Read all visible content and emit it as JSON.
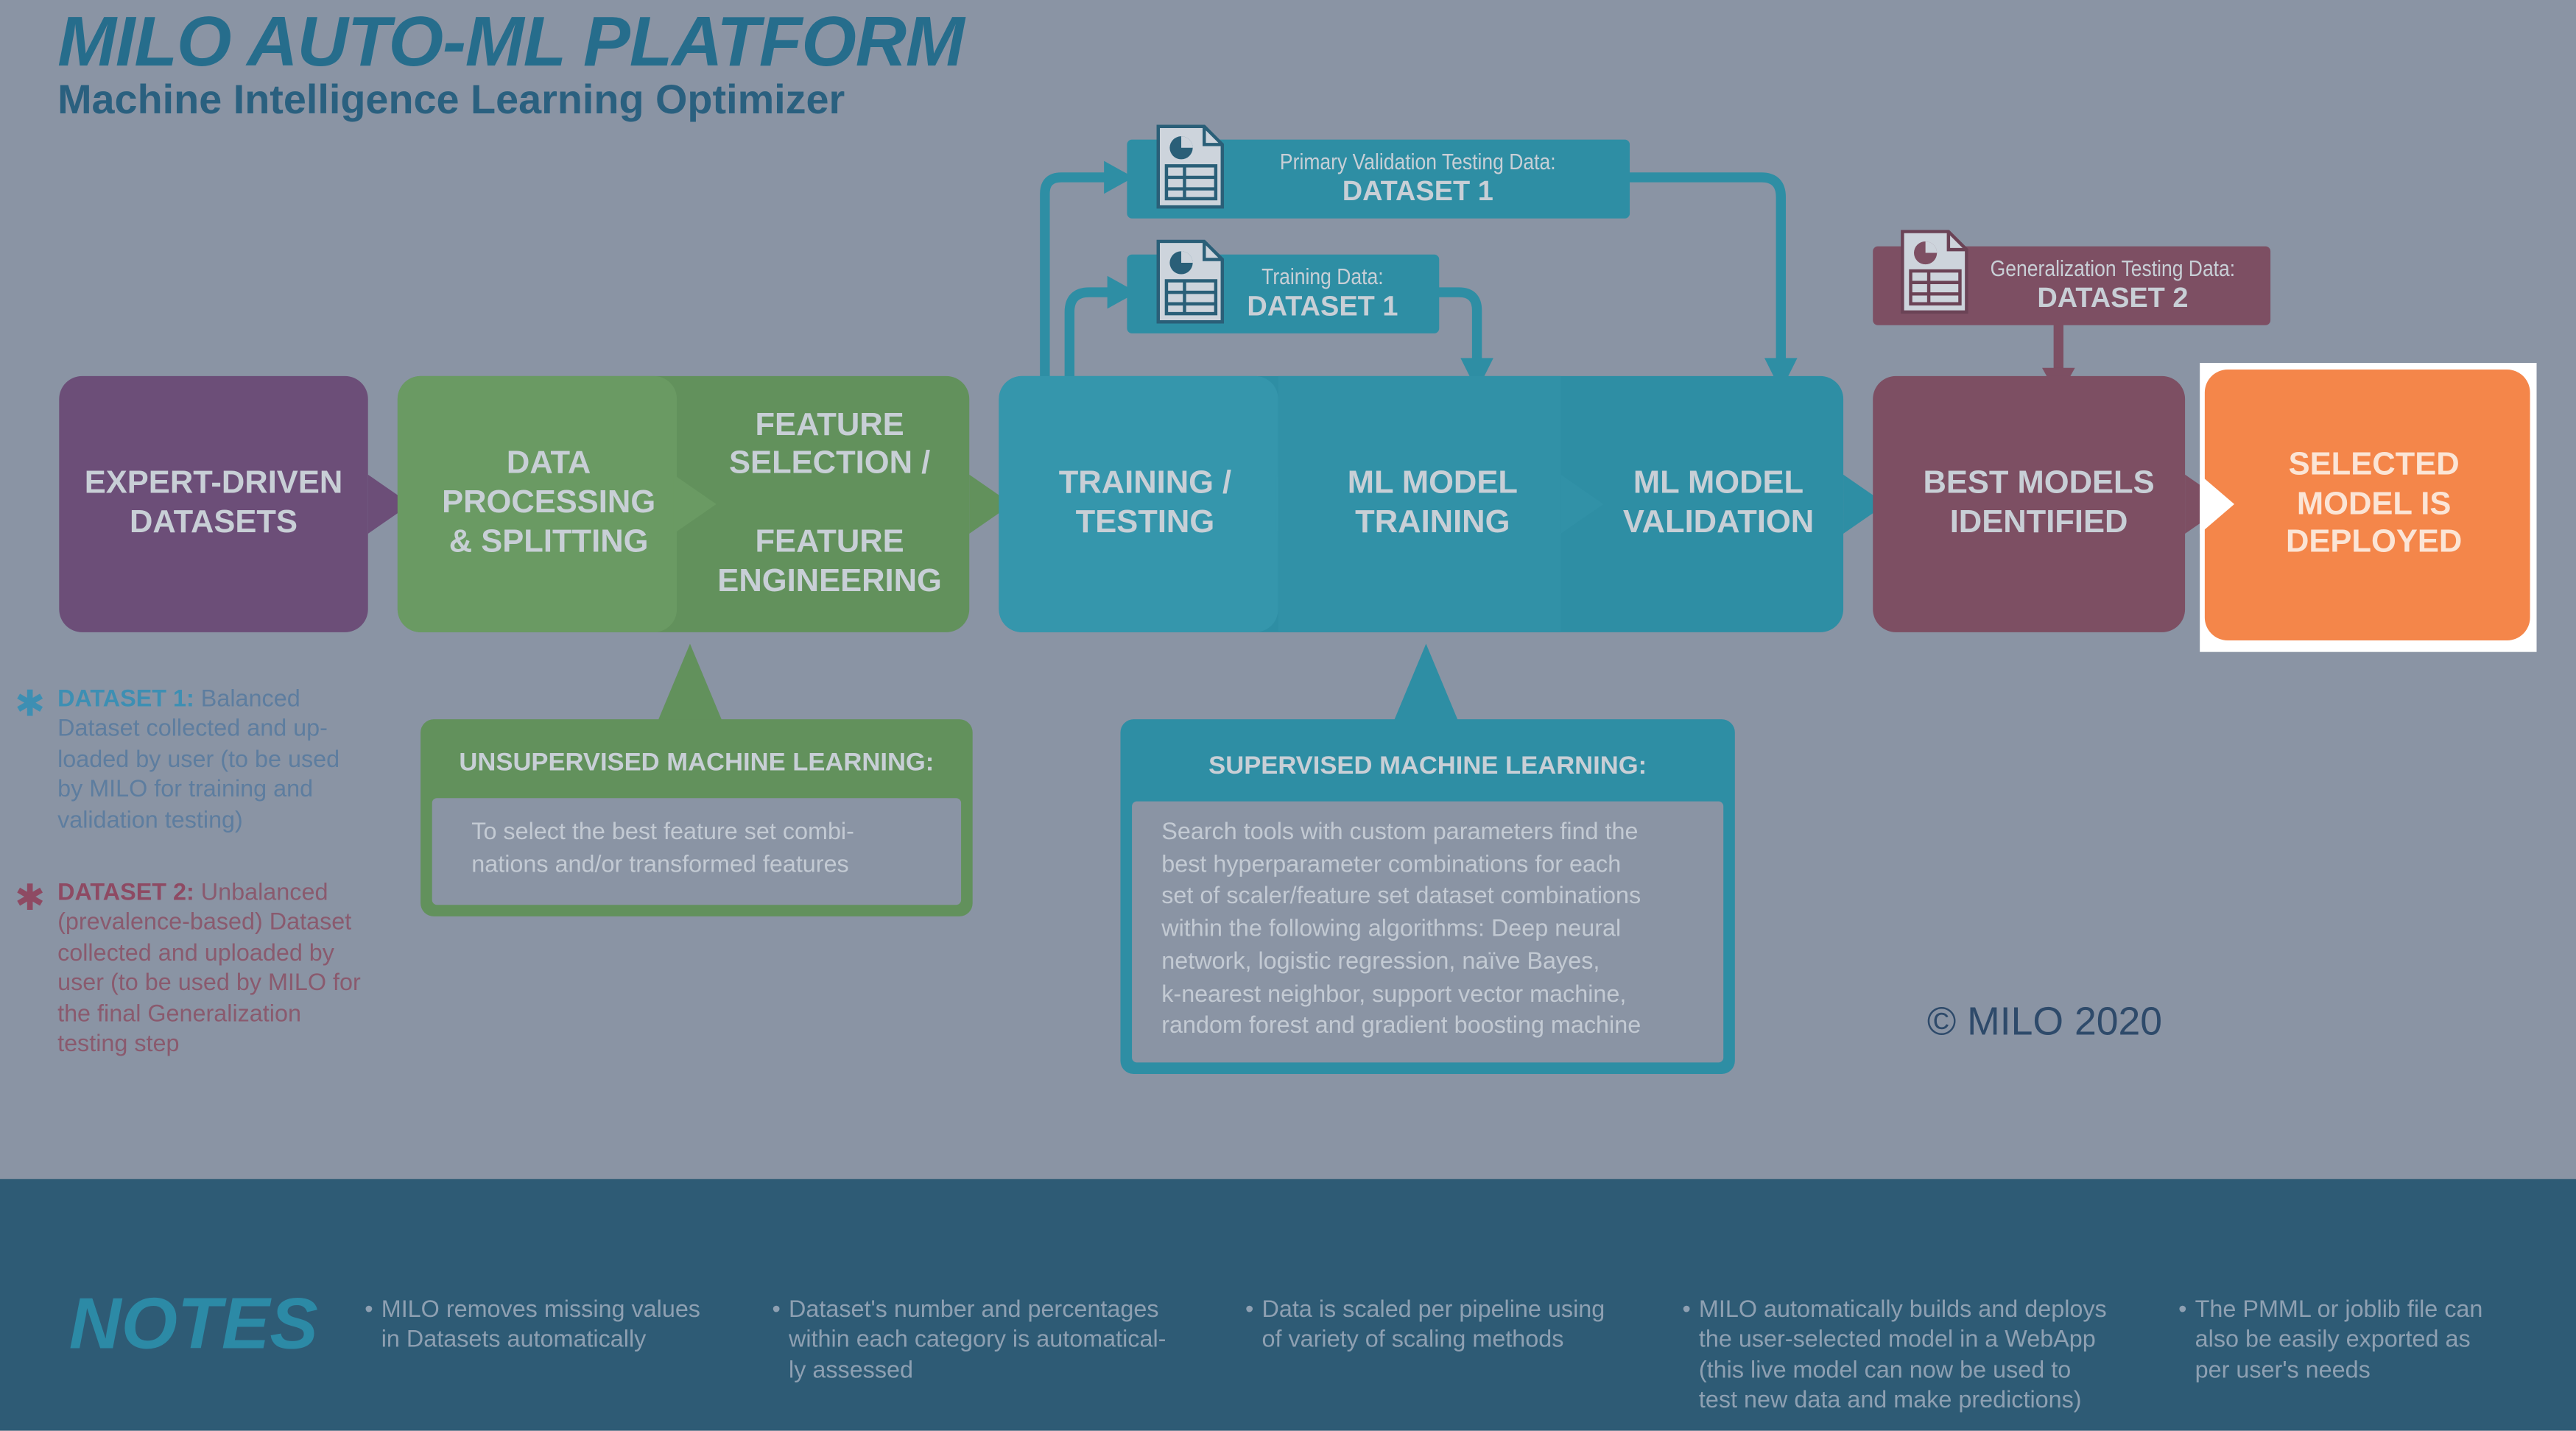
{
  "header": {
    "title": "MILO AUTO-ML PLATFORM",
    "subtitle": "Machine Intelligence Learning Optimizer"
  },
  "colors": {
    "background": "#8a94a4",
    "purple": "#6c4e78",
    "green": "#62915c",
    "teal": "#2e8ea4",
    "maroon": "#7d4f63",
    "orange": "#f4864a",
    "notes_band": "#2e5b75"
  },
  "stages": [
    {
      "label": "EXPERT-DRIVEN\nDATASETS"
    },
    {
      "label": "DATA\nPROCESSING\n& SPLITTING"
    },
    {
      "label": "FEATURE\nSELECTION /\n\nFEATURE\nENGINEERING"
    },
    {
      "label": "TRAINING /\nTESTING"
    },
    {
      "label": "ML MODEL\nTRAINING"
    },
    {
      "label": "ML MODEL\nVALIDATION"
    },
    {
      "label": "BEST MODELS\nIDENTIFIED"
    },
    {
      "label": "SELECTED\nMODEL IS\nDEPLOYED"
    }
  ],
  "datasets": {
    "validation": {
      "caption": "Primary Validation Testing Data:",
      "name": "DATASET 1"
    },
    "training": {
      "caption": "Training Data:",
      "name": "DATASET 1"
    },
    "generalization": {
      "caption": "Generalization Testing Data:",
      "name": "DATASET 2"
    }
  },
  "unsupervised": {
    "title": "UNSUPERVISED MACHINE LEARNING:",
    "body": "To select the best feature set combi-\nnations and/or transformed features"
  },
  "supervised": {
    "title": "SUPERVISED MACHINE LEARNING:",
    "body": "Search tools with custom parameters find the\nbest hyperparameter combinations for each\nset of scaler/feature set dataset combinations\nwithin the following algorithms: Deep neural\nnetwork, logistic regression, naïve Bayes,\nk-nearest neighbor, support vector machine,\nrandom forest and gradient boosting machine"
  },
  "legend": [
    {
      "symbol": "✱",
      "label": "DATASET 1:",
      "text": " Balanced\nDataset collected and up-\nloaded by user (to be used\nby MILO for training and\nvalidation testing)",
      "color": "#3d8fb3"
    },
    {
      "symbol": "✱",
      "label": "DATASET 2:",
      "text": " Unbalanced\n(prevalence-based) Dataset\ncollected and uploaded by\nuser (to be used by MILO for\nthe final Generalization\ntesting step",
      "color": "#8e4a63"
    }
  ],
  "copyright": "© MILO 2020",
  "notes": {
    "title": "NOTES",
    "bullet": "•",
    "items": [
      "MILO removes missing values\nin Datasets automatically",
      "Dataset's number and percentages\nwithin each category is automatical-\nly assessed",
      "Data is scaled per pipeline using\nof variety of scaling methods",
      "MILO automatically builds and deploys\nthe user-selected model in a WebApp\n(this live model can now be used to\ntest new data and make predictions)",
      "The PMML or joblib file can\nalso be easily exported as\nper user's needs"
    ]
  }
}
